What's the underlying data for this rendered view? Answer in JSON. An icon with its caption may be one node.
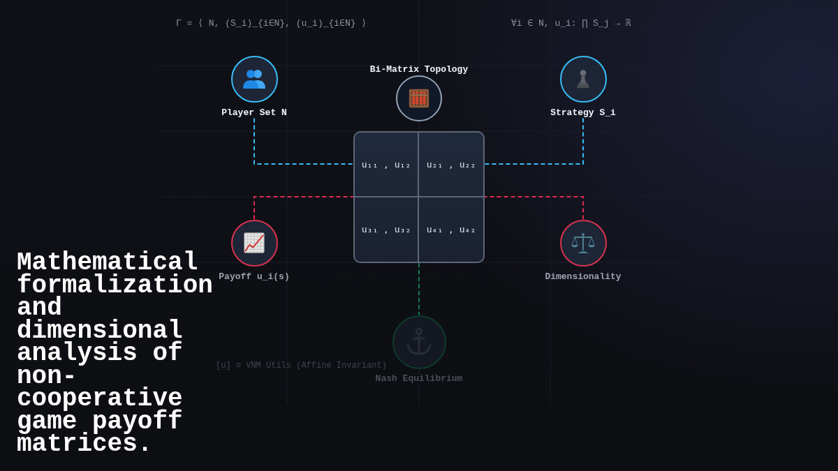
{
  "diagram": {
    "title": "Mathematical formalization and dimensional analysis of non-cooperative game payoff matrices.",
    "nodes": [
      {
        "text": [
          "Player Set N"
        ]
      },
      {
        "text": [
          "Bi-Matrix Topology"
        ]
      },
      {
        "text": [
          "Strategy S_i"
        ]
      },
      {
        "text": [],
        "shape": "box"
      },
      {
        "text": [
          "u₁₁ , u₁₂"
        ],
        "in": 3
      },
      {
        "text": [
          "u₂₁ , u₂₂"
        ],
        "in": 3
      },
      {
        "text": [
          "u₃₁ , u₃₂"
        ],
        "in": 3
      },
      {
        "text": [
          "u₄₁ , u₄₂"
        ],
        "in": 3
      },
      {
        "text": [
          "Payoff u_i(s)"
        ]
      },
      {
        "text": [
          "Dimensionality"
        ]
      },
      {
        "text": [
          "Nash Equilibrium"
        ]
      }
    ],
    "edges": [
      {
        "from": 0,
        "to": 3,
        "arrow": "none",
        "style": "dashed",
        "color": "#38bdf8"
      },
      {
        "from": 2,
        "to": 3,
        "arrow": "none",
        "style": "dashed",
        "color": "#38bdf8"
      },
      {
        "from": 8,
        "to": 3,
        "arrow": "none",
        "style": "dashed",
        "color": "#e0284f"
      },
      {
        "from": 9,
        "to": 3,
        "arrow": "none",
        "style": "dashed",
        "color": "#e0284f"
      },
      {
        "from": 3,
        "to": 10,
        "arrow": "none",
        "style": "dashed",
        "color": "#0f7a55"
      }
    ],
    "labels": [
      "Γ = ⟨ N, (S_i)_{i∈N}, (u_i)_{i∈N} ⟩",
      "∀i ∈ N, u_i: ∏ S_j → ℝ",
      "[u] ≡ VNM Utils (Affine Invariant)"
    ]
  }
}
